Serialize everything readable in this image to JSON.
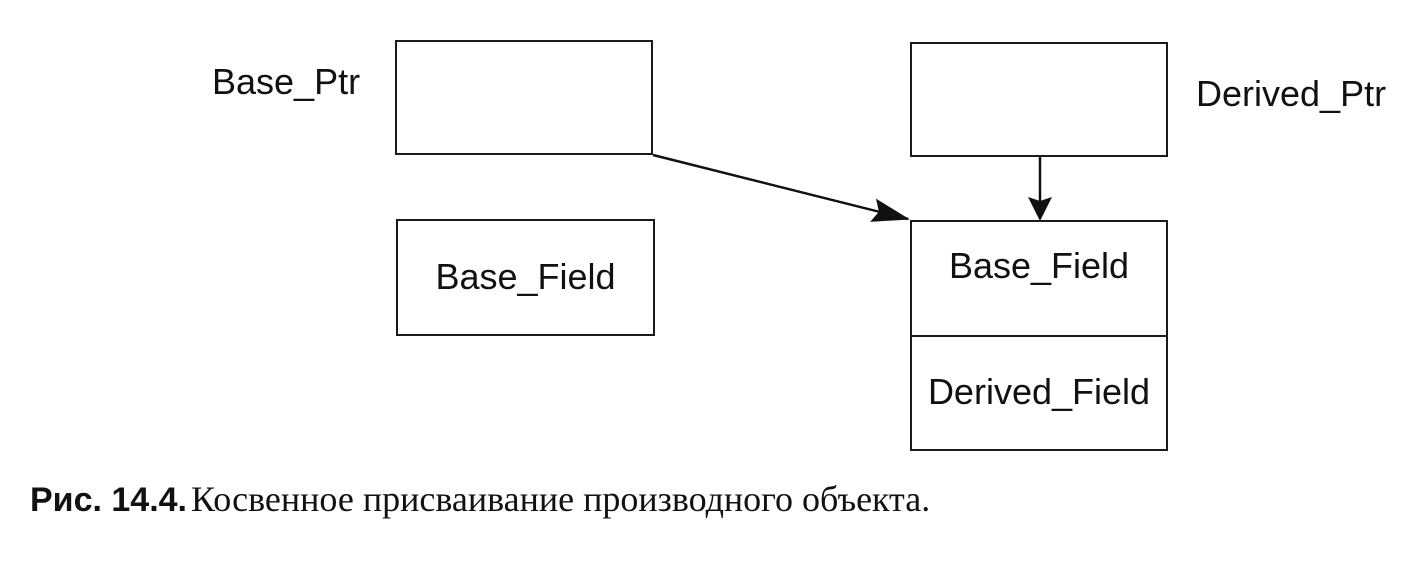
{
  "labels": {
    "base_ptr": "Base_Ptr",
    "derived_ptr": "Derived_Ptr"
  },
  "base_object": {
    "field": "Base_Field"
  },
  "derived_object": {
    "base_field": "Base_Field",
    "derived_field": "Derived_Field"
  },
  "caption": {
    "number": "Рис. 14.4.",
    "text": "Косвенное присваивание производного объекта."
  },
  "colors": {
    "ink": "#111111",
    "background": "#ffffff"
  }
}
